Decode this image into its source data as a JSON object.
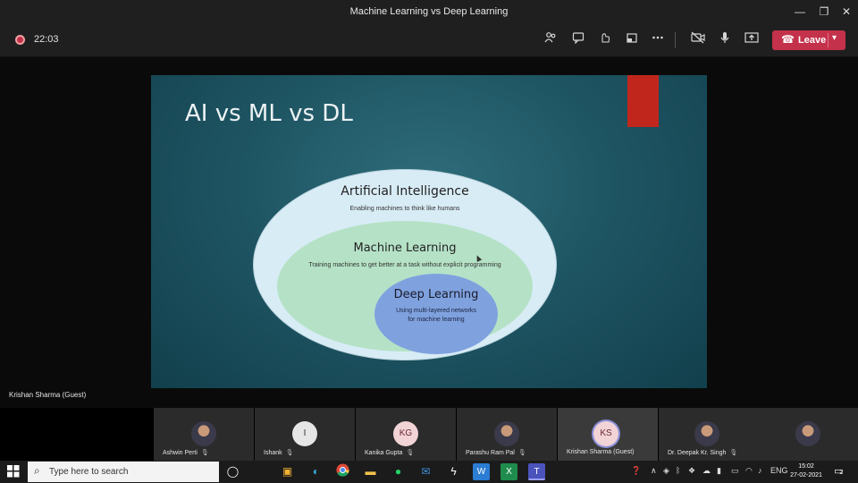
{
  "window": {
    "title": "Machine Learning vs Deep Learning",
    "controls": {
      "minimize": "—",
      "restore": "❐",
      "close": "✕"
    }
  },
  "meeting": {
    "timer": "22:03",
    "leave_label": "Leave",
    "tools": [
      "participants-icon",
      "chat-icon",
      "reactions-icon",
      "rooms-icon",
      "more-icon",
      "camera-off-icon",
      "mic-icon",
      "share-icon"
    ]
  },
  "stage": {
    "speaker_name": "Krishan Sharma (Guest)"
  },
  "slide": {
    "title": "AI vs ML vs DL",
    "ai_title": "Artificial Intelligence",
    "ai_subtitle": "Enabling machines to think like humans",
    "ml_title": "Machine Learning",
    "ml_subtitle": "Training machines to get better at a task without explicit programming",
    "dl_title": "Deep Learning",
    "dl_subtitle_line1": "Using multi-layered networks",
    "dl_subtitle_line2": "for machine learning",
    "colors": {
      "background": "#1f5664",
      "accent": "#c0261c",
      "ai": "#d8ecf6",
      "ml": "#b5e2c6",
      "dl": "#7fa2df"
    }
  },
  "participants": [
    {
      "name": "Ashwin Perti",
      "avatar": "photo"
    },
    {
      "name": "Ishank",
      "initials": "I"
    },
    {
      "name": "Kanika Gupta",
      "initials": "KG"
    },
    {
      "name": "Parashu Ram Pal",
      "avatar": "photo"
    },
    {
      "name": "Krishan Sharma (Guest)",
      "initials": "KS",
      "active": true
    },
    {
      "name": "Dr. Deepak Kr. Singh",
      "avatar": "photo"
    },
    {
      "name": "",
      "avatar": "photo"
    }
  ],
  "taskbar": {
    "search_placeholder": "Type here to search",
    "language": "ENG",
    "time": "15:02",
    "date": "27-02-2021",
    "notification_count": "2"
  }
}
